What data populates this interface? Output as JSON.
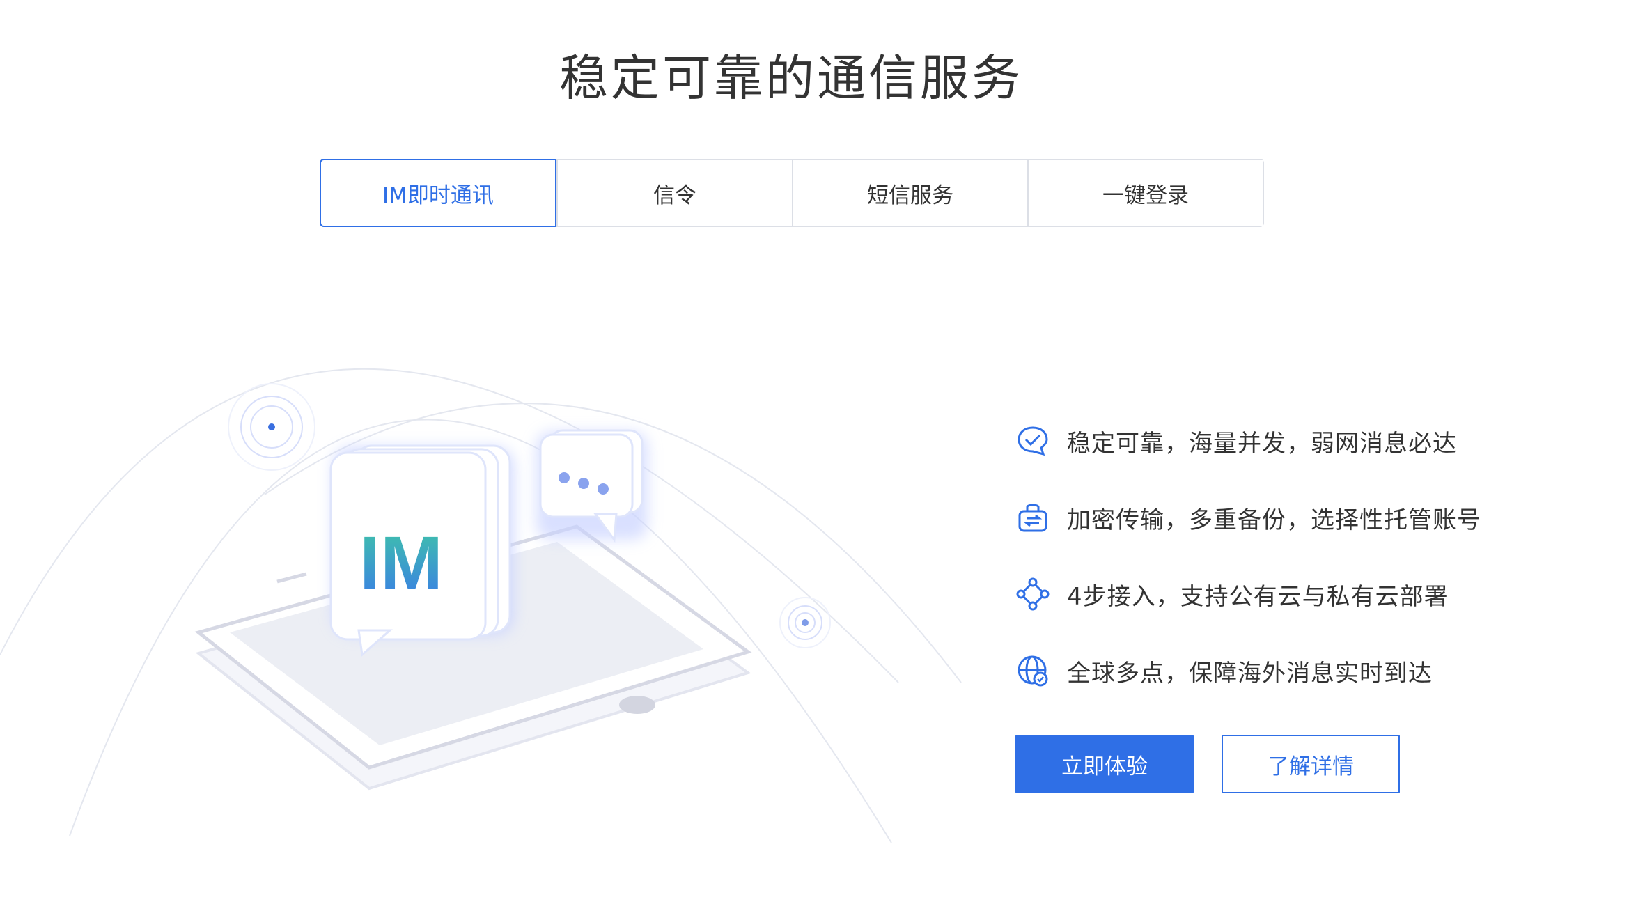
{
  "page": {
    "title": "稳定可靠的通信服务"
  },
  "tabs": [
    {
      "label": "IM即时通讯",
      "active": true
    },
    {
      "label": "信令",
      "active": false
    },
    {
      "label": "短信服务",
      "active": false
    },
    {
      "label": "一键登录",
      "active": false
    }
  ],
  "illustration": {
    "bubble_text": "IM"
  },
  "features": [
    {
      "icon": "check-chat-icon",
      "text": "稳定可靠，海量并发，弱网消息必达"
    },
    {
      "icon": "lock-transfer-icon",
      "text": "加密传输，多重备份，选择性托管账号"
    },
    {
      "icon": "nodes-icon",
      "text": "4步接入，支持公有云与私有云部署"
    },
    {
      "icon": "globe-check-icon",
      "text": "全球多点，保障海外消息实时到达"
    }
  ],
  "actions": {
    "primary_label": "立即体验",
    "secondary_label": "了解详情"
  },
  "colors": {
    "accent": "#2f6fe6",
    "border": "#dcdfe6",
    "text": "#333333"
  }
}
